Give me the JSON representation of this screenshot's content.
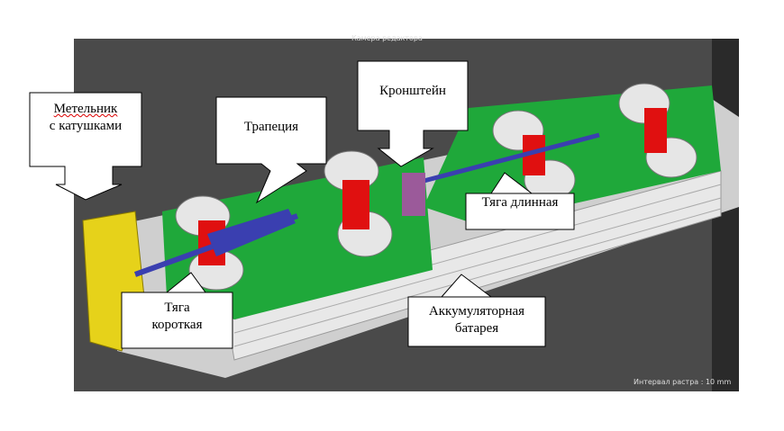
{
  "viewport": {
    "title": "Камера редактора",
    "grid_interval": "Интервал растра : 10 mm"
  },
  "colors": {
    "background": "#4a4a4a",
    "frame": "#d8d8d8",
    "plate": "#1fa83a",
    "rod": "#3a3fb0",
    "axle": "#e01010",
    "hook": "#e6d21a",
    "bracket": "#9b5a9a"
  },
  "callouts": [
    {
      "id": "metelnik",
      "line1": "Метельник",
      "line2": "с катушками"
    },
    {
      "id": "trapezia",
      "line1": "Трапеция"
    },
    {
      "id": "kronshtein",
      "line1": "Кронштейн"
    },
    {
      "id": "tyaga-dlinnaya",
      "line1": "Тяга длинная"
    },
    {
      "id": "tyaga-korotkaya",
      "line1": "Тяга",
      "line2": "короткая"
    },
    {
      "id": "akb",
      "line1": "Аккумуляторная",
      "line2": "батарея"
    }
  ]
}
